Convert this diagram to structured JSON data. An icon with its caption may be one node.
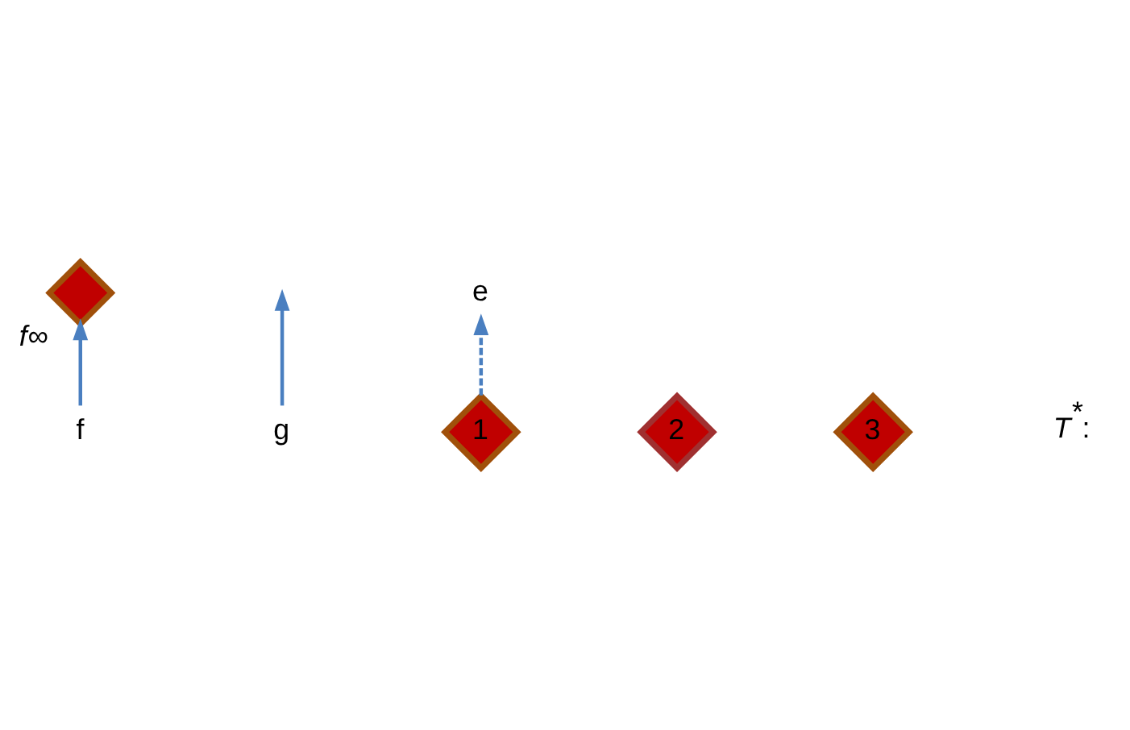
{
  "diagram": {
    "nodes": [
      {
        "text": [
          "*f*∞"
        ]
      },
      {
        "text": [
          "f"
        ]
      },
      {
        "text": [
          "g"
        ]
      },
      {
        "text": [
          "e"
        ]
      },
      {
        "text": [
          "1"
        ]
      },
      {
        "text": [
          "2"
        ]
      },
      {
        "text": [
          "3"
        ]
      }
    ],
    "edges": [
      {
        "from": 1,
        "to": 0,
        "arrow": "to"
      },
      {
        "from": 4,
        "to": 3,
        "arrow": "to",
        "style": "dashed"
      },
      {
        "from": 2,
        "to": null,
        "arrow": "to"
      }
    ],
    "labels": [
      "*T*$^{*}$:"
    ]
  }
}
